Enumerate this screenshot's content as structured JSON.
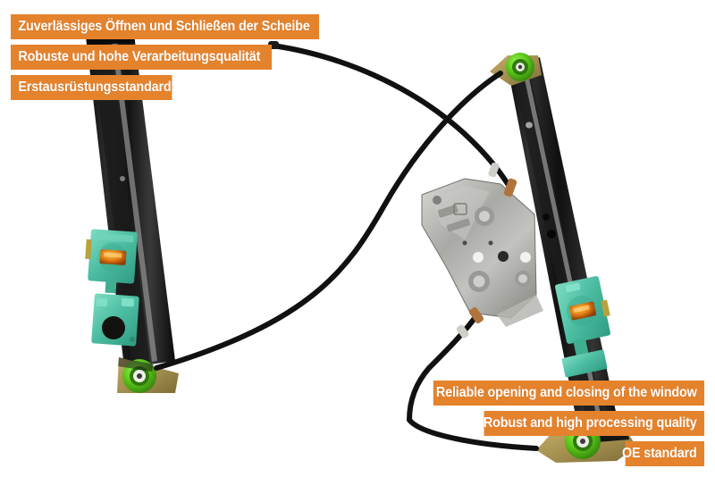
{
  "image": {
    "subject": "car-window-regulator",
    "background_color": "#ffffff"
  },
  "theme": {
    "label_background": "#e5822c",
    "label_text_color": "#ffffff",
    "rail_color": "#141414",
    "slider_color": "#56bfa6",
    "pulley_color": "#55c312",
    "bracket_color": "#a99353",
    "motor_plate_color": "#a8a9a4",
    "cable_color": "#111111"
  },
  "labels_german": [
    {
      "id": "label-de-1",
      "text": "Zuverlässiges Öffnen und Schließen der Scheibe"
    },
    {
      "id": "label-de-2",
      "text": "Robuste und hohe Verarbeitungsqualität"
    },
    {
      "id": "label-de-3",
      "text": "Erstausrüstungsstandard"
    }
  ],
  "labels_english": [
    {
      "id": "label-en-1",
      "text": "Reliable opening and closing of the window"
    },
    {
      "id": "label-en-2",
      "text": "Robust and high processing quality"
    },
    {
      "id": "label-en-3",
      "text": "OE standard"
    }
  ],
  "product_parts": [
    {
      "name": "left-guide-rail",
      "label": "Left guide rail"
    },
    {
      "name": "right-guide-rail",
      "label": "Right guide rail"
    },
    {
      "name": "left-upper-slider",
      "label": "Upper window carrier (left rail)"
    },
    {
      "name": "left-lower-slider",
      "label": "Lower window carrier (left rail)"
    },
    {
      "name": "right-slider",
      "label": "Window carrier (right rail)"
    },
    {
      "name": "left-bottom-pulley",
      "label": "Bottom pulley, left rail"
    },
    {
      "name": "right-top-pulley",
      "label": "Top pulley, right rail"
    },
    {
      "name": "right-bottom-pulley",
      "label": "Bottom pulley, right rail"
    },
    {
      "name": "motor-mounting-plate",
      "label": "Motor mounting plate"
    },
    {
      "name": "bowden-cable-upper",
      "label": "Upper bowden cable"
    },
    {
      "name": "bowden-cable-lower",
      "label": "Lower bowden cable"
    }
  ]
}
